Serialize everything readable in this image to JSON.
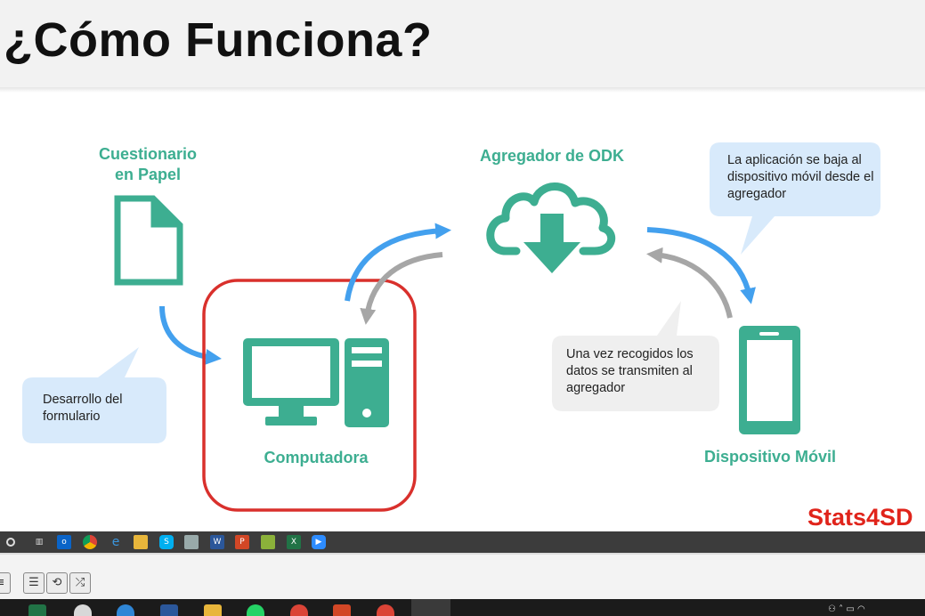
{
  "slide": {
    "title": "¿Cómo Funciona?",
    "labels": {
      "paper": "Cuestionario\nen Papel",
      "aggregator": "Agregador de ODK",
      "computer": "Computadora",
      "mobile": "Dispositivo Móvil"
    },
    "bubbles": {
      "form_dev": "Desarrollo del formulario",
      "download": "La aplicación se baja al dispositivo móvil desde el agregador",
      "upload": "Una vez recogidos los datos se transmiten al agregador"
    },
    "brand": "Stats4SD"
  },
  "colors": {
    "teal": "#3dae91",
    "blue_arrow": "#43a0ee",
    "gray_arrow": "#a6a6a6",
    "highlight": "#d9302c",
    "bubble_blue": "#d8eafb",
    "bubble_gray": "#efefef"
  },
  "app_taskbar": {
    "icons": [
      "start-circle-icon",
      "task-view-icon",
      "outlook-icon",
      "chrome-icon",
      "edge-icon",
      "file-explorer-icon",
      "skype-icon",
      "scanner-icon",
      "word-icon",
      "powerpoint-icon",
      "layers-app-icon",
      "excel-icon",
      "zoom-icon"
    ]
  },
  "controls": {
    "icons": [
      "list-toggle-icon",
      "loop-icon",
      "shuffle-icon"
    ]
  },
  "windows_taskbar": {
    "icons": [
      "excel-icon",
      "gauge-app-icon",
      "edge-icon",
      "word-icon",
      "folder-icon",
      "whatsapp-icon",
      "chrome-icon",
      "powerpoint-icon",
      "chrome-icon",
      "pencil-app-icon"
    ]
  }
}
